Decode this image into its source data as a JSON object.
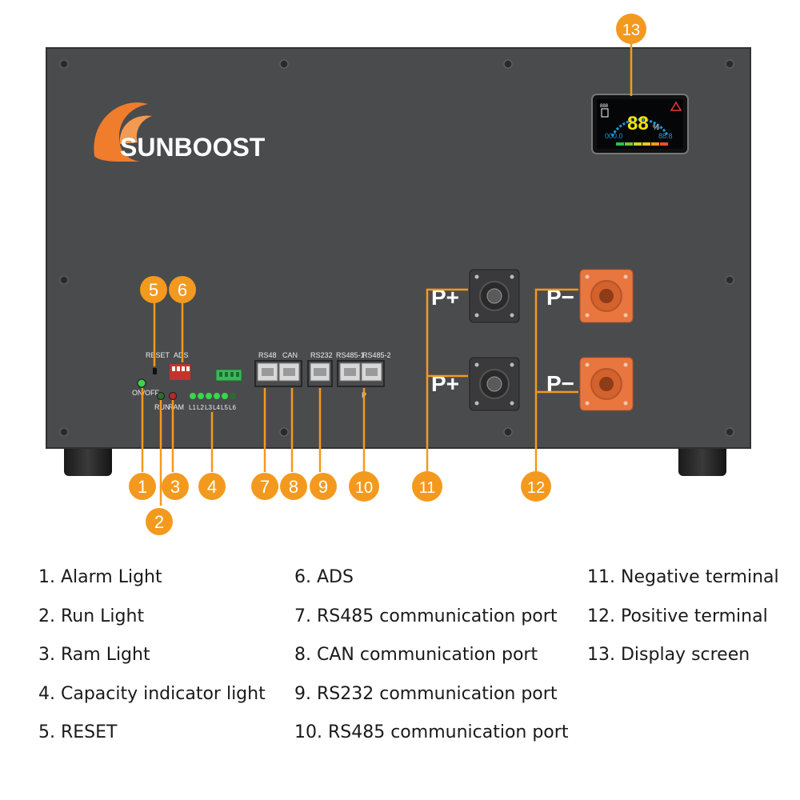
{
  "brand": {
    "name": "SUNBOOST",
    "color": "#ef7d2c"
  },
  "accent_color": "#f39a1e",
  "panel_labels": {
    "reset": "RESET",
    "ads": "ADS",
    "on_off": "ON/OFF",
    "run": "RUN",
    "ram": "RAM",
    "capacity": [
      "L1",
      "L2",
      "L3",
      "L4",
      "L5",
      "L6"
    ],
    "rs48": "RS48",
    "can": "CAN",
    "rs232": "RS232",
    "rs485_1": "RS485-1",
    "rs485_2": "RS485-2",
    "p_small": "P",
    "p_plus": "P+",
    "p_minus": "P−"
  },
  "display": {
    "value": "88",
    "unit": "%",
    "left_reading": "000.0",
    "right_reading": "88.8",
    "top_left": "888"
  },
  "markers": [
    "1",
    "2",
    "3",
    "4",
    "5",
    "6",
    "7",
    "8",
    "9",
    "10",
    "11",
    "12",
    "13"
  ],
  "legend": {
    "col1": [
      "1. Alarm Light",
      "2. Run Light",
      "3. Ram Light",
      "4. Capacity indicator light",
      "5. RESET"
    ],
    "col2": [
      "6. ADS",
      "7. RS485 communication port",
      "8. CAN communication port",
      "9. RS232 communication port",
      "10. RS485 communication port"
    ],
    "col3": [
      "11. Negative terminal",
      "12. Positive terminal",
      "13. Display screen"
    ]
  }
}
